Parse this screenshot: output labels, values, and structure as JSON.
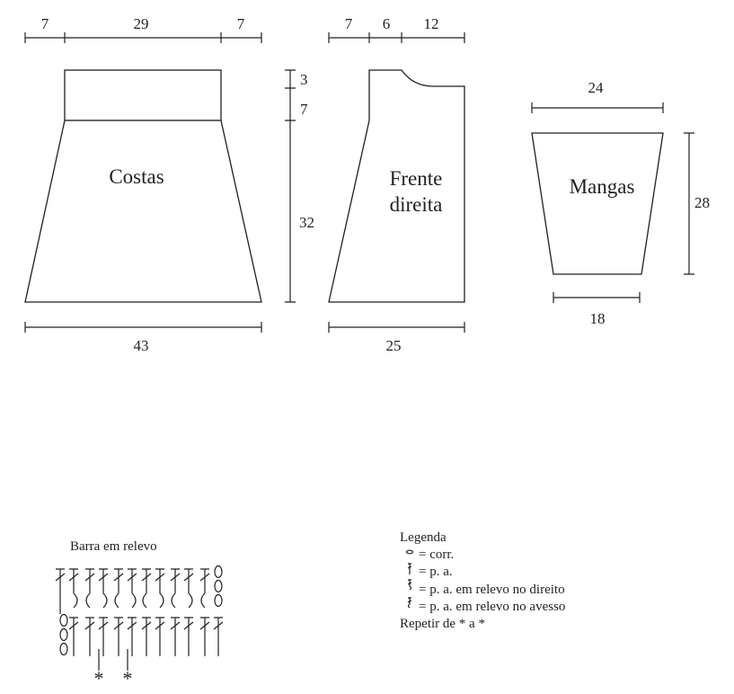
{
  "pieces": {
    "costas": {
      "label": "Costas",
      "top_dims": [
        "7",
        "29",
        "7"
      ],
      "bottom_dim": "43",
      "side_dims": [
        "3",
        "7",
        "32"
      ]
    },
    "frente": {
      "label_line1": "Frente",
      "label_line2": "direita",
      "top_dims": [
        "7",
        "6",
        "12"
      ],
      "bottom_dim": "25"
    },
    "mangas": {
      "label": "Mangas",
      "top_dim": "24",
      "bottom_dim": "18",
      "side_dim": "28"
    }
  },
  "chart": {
    "title": "Barra em relevo",
    "repeat_marks": [
      "*",
      "*"
    ]
  },
  "legend": {
    "title": "Legenda",
    "items": [
      {
        "icon": "chain-stitch-icon",
        "text": "= corr."
      },
      {
        "icon": "double-crochet-icon",
        "text": "= p. a."
      },
      {
        "icon": "front-post-dc-icon",
        "text": "= p. a. em relevo no direito"
      },
      {
        "icon": "back-post-dc-icon",
        "text": "= p. a. em relevo no avesso"
      }
    ],
    "repeat_note": "Repetir de * a *"
  }
}
